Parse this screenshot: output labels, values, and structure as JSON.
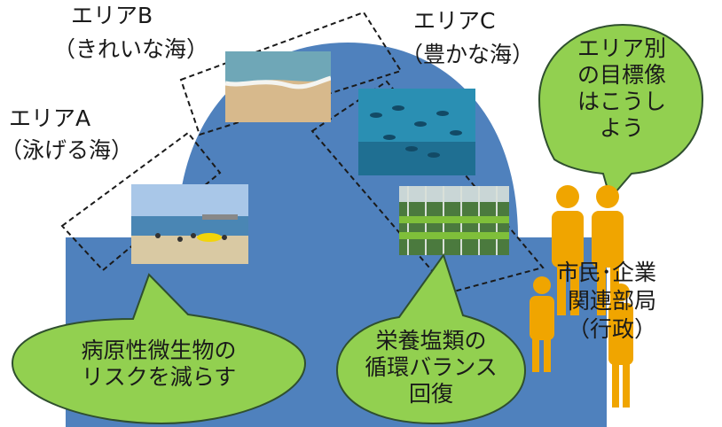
{
  "areas": {
    "a": {
      "title": "エリアA",
      "subtitle": "（泳げる海）"
    },
    "b": {
      "title": "エリアB",
      "subtitle": "（きれいな海）"
    },
    "c": {
      "title": "エリアC",
      "subtitle": "（豊かな海）"
    }
  },
  "callouts": {
    "pathogen": {
      "line1": "病原性微生物の",
      "line2": "リスクを減らす"
    },
    "nutrient": {
      "line1": "栄養塩類の",
      "line2": "循環バランス",
      "line3": "回復"
    },
    "target": {
      "line1": "エリア別",
      "line2": "の目標像",
      "line3": "はこうし",
      "line4": "よう"
    }
  },
  "stakeholders": {
    "line1": "市民･企業",
    "line2": "関連部局",
    "line3": "（行政）"
  },
  "colors": {
    "sea_blue": "#4f81bd",
    "callout_green": "#92d050",
    "callout_border": "#2f4f2f",
    "person_orange": "#f0a500"
  },
  "icons": [
    "beach-photo",
    "shoreline-photo",
    "fish-school-photo",
    "seaweed-farm-photo",
    "people-icon"
  ]
}
